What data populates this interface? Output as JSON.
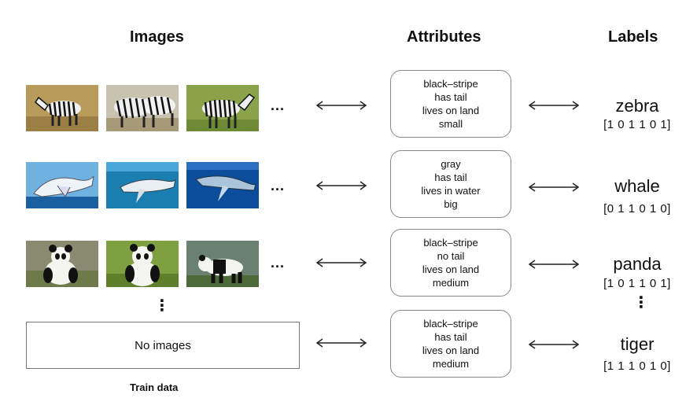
{
  "headers": {
    "images": "Images",
    "attributes": "Attributes",
    "labels": "Labels"
  },
  "ellipsis": "...",
  "vertical_ellipsis": "⋮",
  "no_images_text": "No images",
  "train_data_label": "Train data",
  "rows": [
    {
      "attributes": [
        "black–stripe",
        "has tail",
        "lives on land",
        "small"
      ],
      "label": "zebra",
      "vector": "[1 0 1 1 0 1]"
    },
    {
      "attributes": [
        "gray",
        "has tail",
        "lives in water",
        "big"
      ],
      "label": "whale",
      "vector": "[0 1 1 0 1 0]"
    },
    {
      "attributes": [
        "black–stripe",
        "no tail",
        "lives on land",
        "medium"
      ],
      "label": "panda",
      "vector": "[1 0 1 1 0 1]"
    },
    {
      "attributes": [
        "black–stripe",
        "has tail",
        "lives on land",
        "medium"
      ],
      "label": "tiger",
      "vector": "[1 1 1 0 1 0]"
    }
  ],
  "colors": {
    "arrow": "#222222",
    "box_border": "#888888",
    "ocean": "#1a6fb8",
    "grass": "#8aa34a",
    "savanna": "#b89a5a"
  }
}
